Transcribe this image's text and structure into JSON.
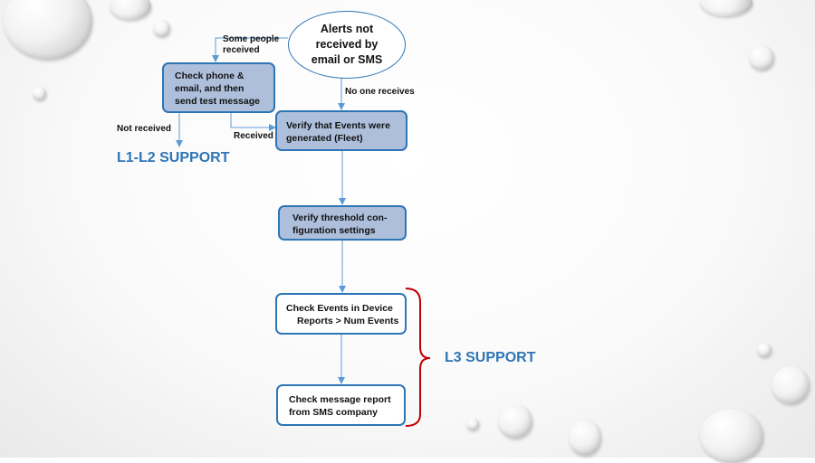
{
  "nodes": {
    "start": {
      "lines": [
        "Alerts not",
        "received by",
        "email or SMS"
      ]
    },
    "check_phone": {
      "lines": [
        "Check phone &",
        "email, and then",
        "send test message"
      ]
    },
    "verify_events": {
      "lines": [
        "Verify that Events were",
        "generated (Fleet)"
      ]
    },
    "verify_threshold": {
      "lines": [
        "Verify threshold con-",
        "figuration settings"
      ]
    },
    "check_events": {
      "lines": [
        "Check Events in Device",
        "Reports > Num Events"
      ]
    },
    "check_message": {
      "lines": [
        "Check message report",
        "from SMS company"
      ]
    }
  },
  "edges": {
    "some_people": [
      "Some people",
      "received"
    ],
    "no_one": "No one receives",
    "not_received": "Not received",
    "received": "Received"
  },
  "groups": {
    "l1_l2": "L1-L2 SUPPORT",
    "l3": "L3 SUPPORT"
  },
  "colors": {
    "accent": "#2e75b6",
    "node_fill": "#aebfdc",
    "bracket": "#c00000"
  }
}
